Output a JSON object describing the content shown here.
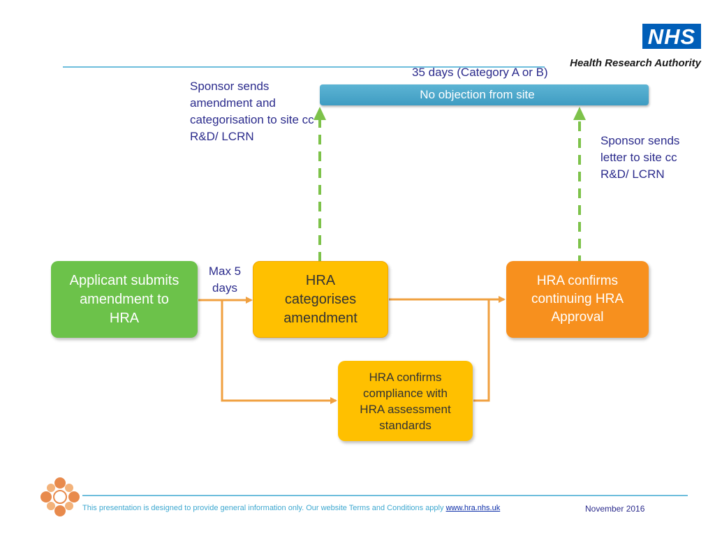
{
  "logo": {
    "nhs_text": "NHS",
    "org_name": "Health Research Authority",
    "nhs_color": "#005eb8"
  },
  "timeline": {
    "duration_label": "35 days (Category A or B)",
    "banner_text": "No objection from site",
    "banner_color": "#4aa8cb"
  },
  "annotations": {
    "sponsor_sends_amendment": "Sponsor sends amendment and categorisation to site cc R&D/ LCRN",
    "sponsor_sends_letter": "Sponsor sends letter to site cc R&D/ LCRN",
    "max_days": "Max 5 days"
  },
  "nodes": {
    "applicant": {
      "text": "Applicant submits amendment to HRA",
      "color": "#6cc24a"
    },
    "categorise": {
      "text": "HRA categorises amendment",
      "color": "#ffc000"
    },
    "approval": {
      "text": "HRA confirms continuing HRA Approval",
      "color": "#f7901e"
    },
    "compliance": {
      "text": "HRA confirms compliance with HRA assessment standards",
      "color": "#ffc000"
    }
  },
  "colors": {
    "connector": "#f0a040",
    "dashed_arrow": "#7dc24a",
    "rule": "#3ea8d0",
    "text": "#2b2b8c"
  },
  "footer": {
    "disclaimer": "This presentation is designed to provide general information only. Our website Terms and Conditions apply",
    "link_text": "www.hra.nhs.uk",
    "date": "November 2016"
  },
  "icons": {
    "footer_logo": "hra-flower-logo-icon"
  }
}
